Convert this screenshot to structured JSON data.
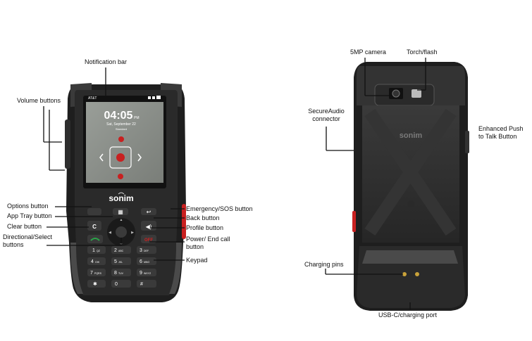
{
  "front_labels": {
    "notification_bar": "Notification bar",
    "volume_buttons": "Volume buttons",
    "options_button": "Options button",
    "app_tray_button": "App Tray button",
    "clear_button": "Clear button",
    "directional_select": "Directional/Select buttons",
    "emergency_sos": "Emergency/SOS button",
    "back_button": "Back button",
    "profile_button": "Profile button",
    "power_end_call": "Power/ End call button",
    "keypad": "Keypad"
  },
  "back_labels": {
    "camera": "5MP camera",
    "torch": "Torch/flash",
    "secure_audio": "SecureAudio connector",
    "ptt": "Enhanced Push to Talk Button",
    "charging_pins": "Charging pins",
    "usb_port": "USB-C/charging port"
  },
  "screen": {
    "carrier": "AT&T",
    "time": "04:05",
    "ampm": "PM",
    "date": "Sat, September 22",
    "mode": "Standard"
  },
  "brand": "sonim",
  "keys": {
    "c": "C",
    "k1": "1",
    "k1s": "QZ",
    "k2": "2",
    "k2s": "ABC",
    "k3": "3",
    "k3s": "DEF",
    "k4": "4",
    "k4s": "GHI",
    "k5": "5",
    "k5s": "JKL",
    "k6": "6",
    "k6s": "MNO",
    "k7": "7",
    "k7s": "PQRS",
    "k8": "8",
    "k8s": "TUV",
    "k9": "9",
    "k9s": "WXYZ",
    "kstar": "✱",
    "k0": "0",
    "khash": "#",
    "power_text": "OFF"
  },
  "colors": {
    "body": "#2a2a2a",
    "bumper": "#3a3a3a",
    "screen": "#8b8f8a",
    "sos": "#c82020",
    "call_green": "#2aa64a",
    "end_red": "#d02020",
    "camera_accent": "#c9a23a",
    "pins": "#c9a23a"
  }
}
